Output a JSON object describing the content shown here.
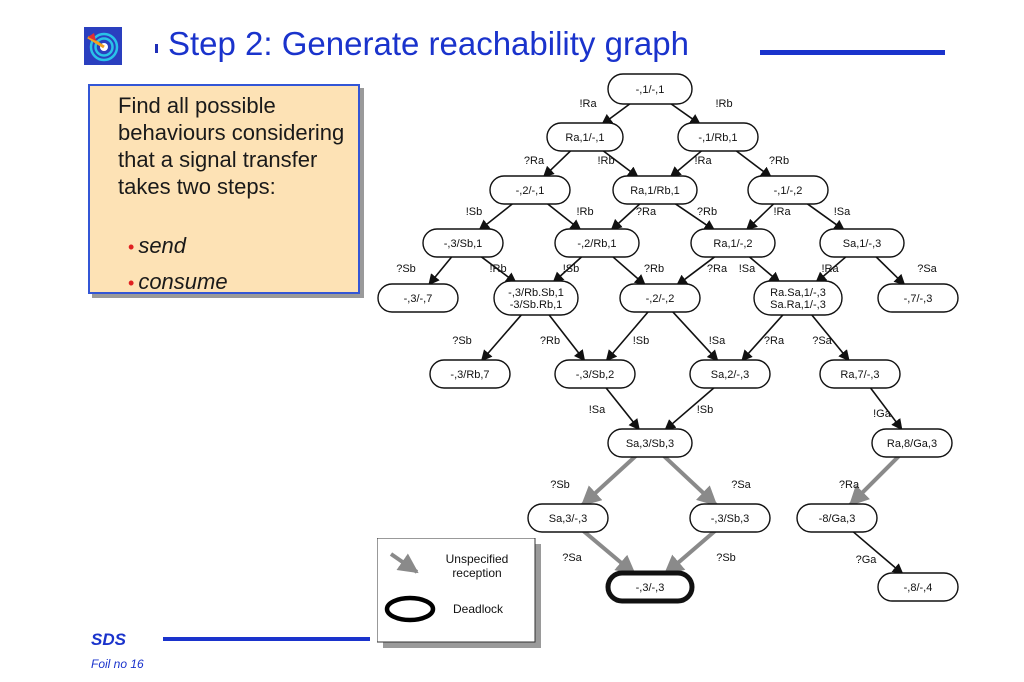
{
  "title": "Step 2: Generate reachability graph",
  "intro": "Find all possible behaviours considering that a signal transfer takes two steps:",
  "bullets": [
    "send",
    "consume"
  ],
  "footer": {
    "brand": "SDS",
    "foil": "Foil no 16"
  },
  "legend": {
    "unspecified_label": "Unspecified reception",
    "deadlock_label": "Deadlock"
  },
  "colors": {
    "title": "#1a33cc",
    "box_fill": "#fde2b5",
    "box_border": "#3356d6",
    "bullet": "#e02020",
    "gray_arrow": "#8a8a8a"
  },
  "graph": {
    "nodes": [
      {
        "id": "n0",
        "text": [
          "-,1/-,1"
        ]
      },
      {
        "id": "n1",
        "text": [
          "Ra,1/-,1"
        ]
      },
      {
        "id": "n2",
        "text": [
          "-,1/Rb,1"
        ]
      },
      {
        "id": "n3",
        "text": [
          "-,2/-,1"
        ]
      },
      {
        "id": "n4",
        "text": [
          "Ra,1/Rb,1"
        ]
      },
      {
        "id": "n5",
        "text": [
          "-,1/-,2"
        ]
      },
      {
        "id": "n6",
        "text": [
          "-,3/Sb,1"
        ]
      },
      {
        "id": "n7",
        "text": [
          "-,2/Rb,1"
        ]
      },
      {
        "id": "n8",
        "text": [
          "Ra,1/-,2"
        ]
      },
      {
        "id": "n9",
        "text": [
          "Sa,1/-,3"
        ]
      },
      {
        "id": "n10",
        "text": [
          "-,3/-,7"
        ]
      },
      {
        "id": "n11",
        "text": [
          "-,3/Rb.Sb,1",
          "-3/Sb.Rb,1"
        ]
      },
      {
        "id": "n12",
        "text": [
          "-,2/-,2"
        ]
      },
      {
        "id": "n13",
        "text": [
          "Ra.Sa,1/-,3",
          "Sa.Ra,1/-,3"
        ]
      },
      {
        "id": "n14",
        "text": [
          "-,7/-,3"
        ]
      },
      {
        "id": "n15",
        "text": [
          "-,3/Rb,7"
        ]
      },
      {
        "id": "n16",
        "text": [
          "-,3/Sb,2"
        ]
      },
      {
        "id": "n17",
        "text": [
          "Sa,2/-,3"
        ]
      },
      {
        "id": "n18",
        "text": [
          "Ra,7/-,3"
        ]
      },
      {
        "id": "n19",
        "text": [
          "Sa,3/Sb,3"
        ]
      },
      {
        "id": "n20",
        "text": [
          "Ra,8/Ga,3"
        ]
      },
      {
        "id": "n21",
        "text": [
          "Sa,3/-,3"
        ]
      },
      {
        "id": "n22",
        "text": [
          "-,3/Sb,3"
        ]
      },
      {
        "id": "n23",
        "text": [
          "-8/Ga,3"
        ]
      },
      {
        "id": "n24",
        "text": [
          "-,3/-,3"
        ],
        "deadlock": true
      },
      {
        "id": "n25",
        "text": [
          "-,8/-,4"
        ]
      }
    ],
    "edges": [
      {
        "from": "n0",
        "to": "n1",
        "label": "!Ra"
      },
      {
        "from": "n0",
        "to": "n2",
        "label": "!Rb"
      },
      {
        "from": "n1",
        "to": "n3",
        "label": "?Ra"
      },
      {
        "from": "n1",
        "to": "n4",
        "label": "!Rb"
      },
      {
        "from": "n2",
        "to": "n4",
        "label": "!Ra"
      },
      {
        "from": "n2",
        "to": "n5",
        "label": "?Rb"
      },
      {
        "from": "n3",
        "to": "n6",
        "label": "!Sb"
      },
      {
        "from": "n3",
        "to": "n7",
        "label": "!Rb"
      },
      {
        "from": "n4",
        "to": "n7",
        "label": "?Ra"
      },
      {
        "from": "n4",
        "to": "n8",
        "label": "?Rb"
      },
      {
        "from": "n5",
        "to": "n8",
        "label": "!Ra"
      },
      {
        "from": "n5",
        "to": "n9",
        "label": "!Sa"
      },
      {
        "from": "n6",
        "to": "n10",
        "label": "?Sb"
      },
      {
        "from": "n6",
        "to": "n11",
        "label": "!Rb"
      },
      {
        "from": "n7",
        "to": "n11",
        "label": "!Sb"
      },
      {
        "from": "n7",
        "to": "n12",
        "label": "?Rb"
      },
      {
        "from": "n8",
        "to": "n12",
        "label": "?Ra"
      },
      {
        "from": "n8",
        "to": "n13",
        "label": "!Sa"
      },
      {
        "from": "n9",
        "to": "n13",
        "label": "!Ra"
      },
      {
        "from": "n9",
        "to": "n14",
        "label": "?Sa"
      },
      {
        "from": "n11",
        "to": "n15",
        "label": "?Sb"
      },
      {
        "from": "n11",
        "to": "n16",
        "label": "?Rb"
      },
      {
        "from": "n12",
        "to": "n16",
        "label": "!Sb"
      },
      {
        "from": "n12",
        "to": "n17",
        "label": "!Sa"
      },
      {
        "from": "n13",
        "to": "n17",
        "label": "?Ra"
      },
      {
        "from": "n13",
        "to": "n18",
        "label": "?Sa"
      },
      {
        "from": "n16",
        "to": "n19",
        "label": "!Sa"
      },
      {
        "from": "n17",
        "to": "n19",
        "label": "!Sb"
      },
      {
        "from": "n18",
        "to": "n20",
        "label": "!Ga"
      },
      {
        "from": "n19",
        "to": "n21",
        "label": "?Sb",
        "unspecified": true
      },
      {
        "from": "n19",
        "to": "n22",
        "label": "?Sa",
        "unspecified": true
      },
      {
        "from": "n20",
        "to": "n23",
        "label": "?Ra",
        "unspecified": true
      },
      {
        "from": "n21",
        "to": "n24",
        "label": "?Sa",
        "unspecified": true
      },
      {
        "from": "n22",
        "to": "n24",
        "label": "?Sb",
        "unspecified": true
      },
      {
        "from": "n23",
        "to": "n25",
        "label": "?Ga"
      }
    ]
  }
}
